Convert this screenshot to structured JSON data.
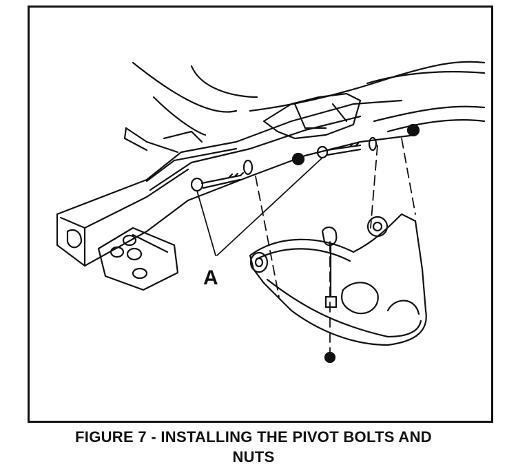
{
  "figure": {
    "callout_label": "A"
  },
  "caption": {
    "line1": "FIGURE 7 - INSTALLING THE PIVOT BOLTS AND",
    "line2": "NUTS"
  },
  "colors": {
    "ink": "#111111",
    "paper": "#ffffff"
  }
}
